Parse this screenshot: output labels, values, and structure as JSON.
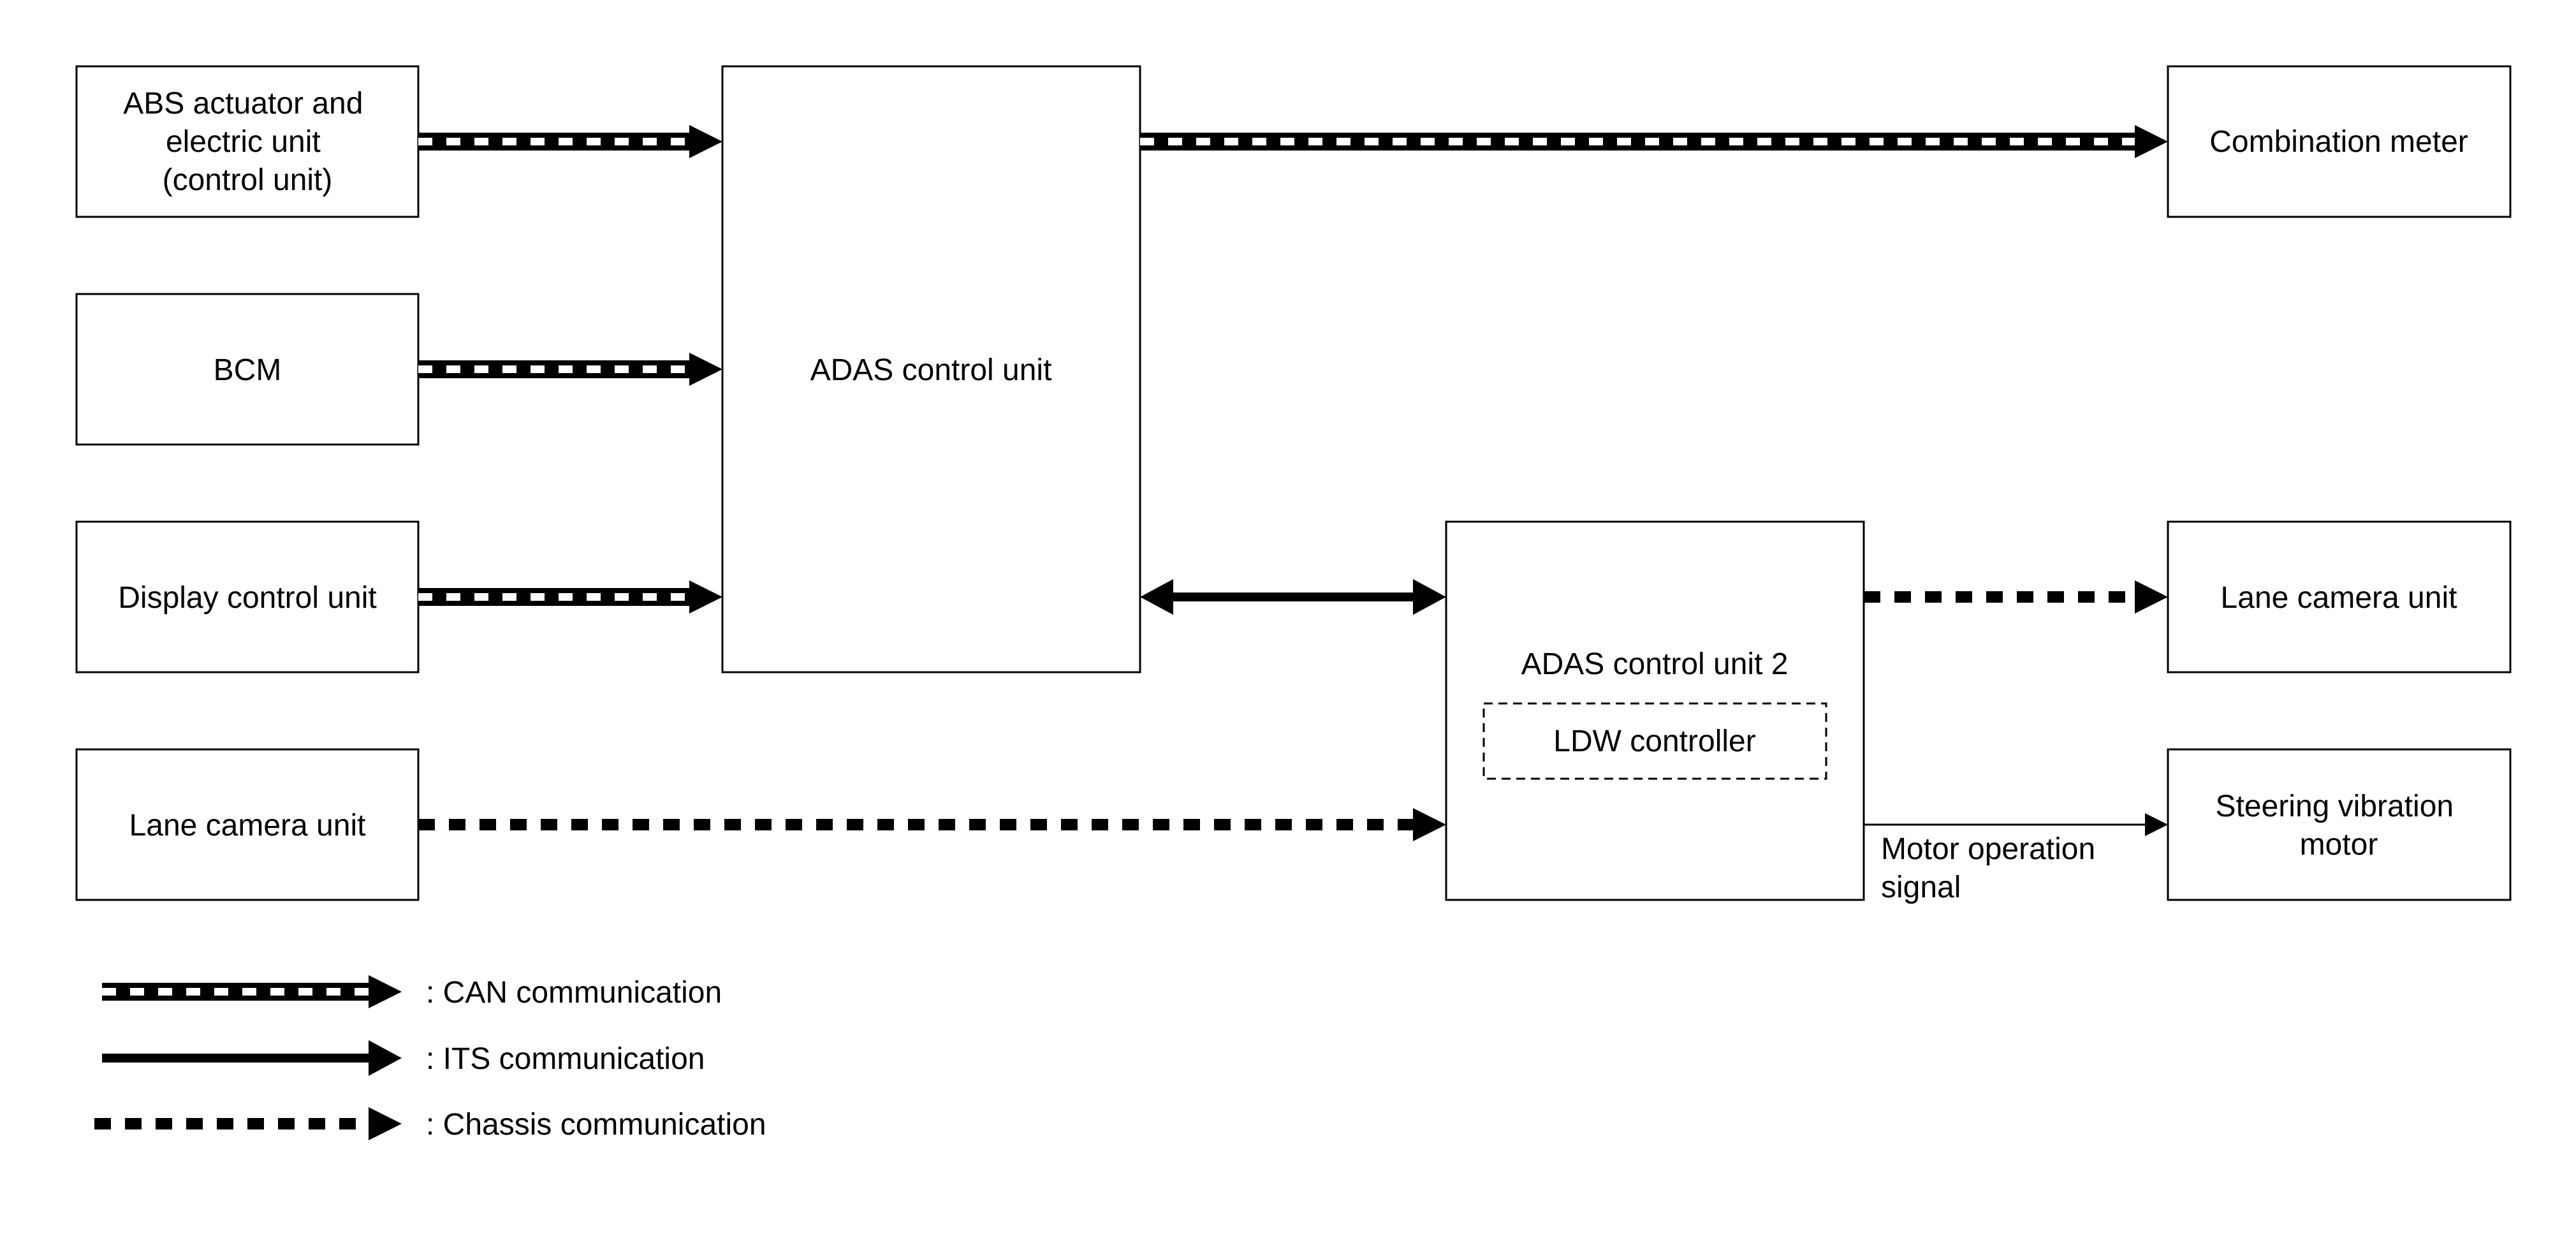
{
  "nodes": {
    "abs": {
      "lines": [
        "ABS actuator and",
        "electric unit",
        "(control unit)"
      ]
    },
    "bcm": {
      "lines": [
        "BCM"
      ]
    },
    "display": {
      "lines": [
        "Display control unit"
      ]
    },
    "lane_left": {
      "lines": [
        "Lane camera unit"
      ]
    },
    "adas": {
      "lines": [
        "ADAS control unit"
      ]
    },
    "adas2": {
      "lines": [
        "ADAS control unit 2"
      ]
    },
    "ldw": {
      "lines": [
        "LDW controller"
      ]
    },
    "combo": {
      "lines": [
        "Combination meter"
      ]
    },
    "lane_right": {
      "lines": [
        "Lane camera unit"
      ]
    },
    "steer": {
      "lines": [
        "Steering vibration",
        "motor"
      ]
    }
  },
  "edges": [
    {
      "from": "abs",
      "to": "adas",
      "type": "CAN"
    },
    {
      "from": "bcm",
      "to": "adas",
      "type": "CAN"
    },
    {
      "from": "display",
      "to": "adas",
      "type": "CAN"
    },
    {
      "from": "adas",
      "to": "combo",
      "type": "CAN"
    },
    {
      "from": "adas",
      "to": "adas2",
      "type": "ITS",
      "bidirectional": true
    },
    {
      "from": "lane_left",
      "to": "adas2",
      "type": "Chassis"
    },
    {
      "from": "adas2",
      "to": "lane_right",
      "type": "Chassis"
    },
    {
      "from": "adas2",
      "to": "steer",
      "type": "signal",
      "label_lines": [
        "Motor operation",
        "signal"
      ]
    }
  ],
  "legend": [
    {
      "type": "CAN",
      "label": ": CAN communication"
    },
    {
      "type": "ITS",
      "label": ": ITS communication"
    },
    {
      "type": "Chassis",
      "label": ": Chassis communication"
    }
  ]
}
